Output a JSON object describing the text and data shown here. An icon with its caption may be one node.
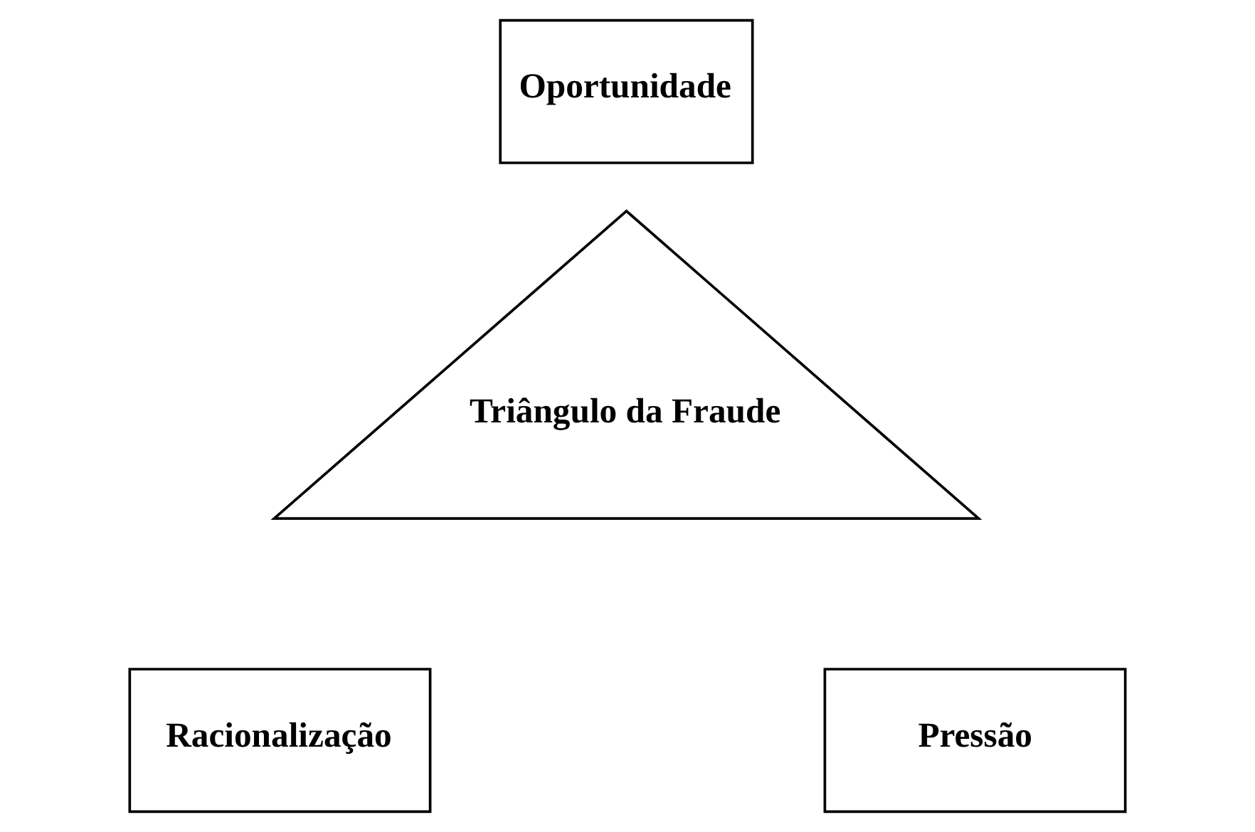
{
  "diagram": {
    "nodes": [
      {
        "text": [
          "Oportunidade"
        ]
      },
      {
        "text": [
          "Triângulo da Fraude"
        ]
      },
      {
        "text": [
          "Racionalização"
        ]
      },
      {
        "text": [
          "Pressão"
        ]
      }
    ]
  }
}
